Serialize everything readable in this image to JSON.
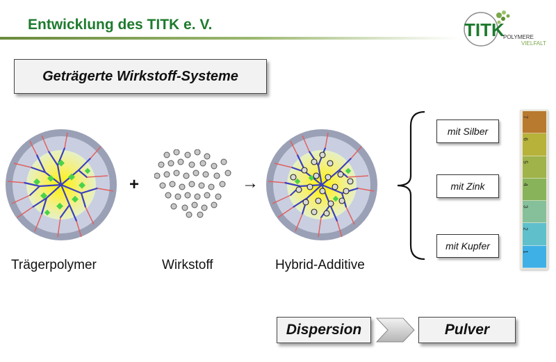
{
  "header": {
    "title": "Entwicklung des TITK e. V."
  },
  "logo": {
    "name": "TITK",
    "line1": "POLYMERE",
    "line2": "VIELFALT"
  },
  "title_box": "Geträgerte Wirkstoff-Systeme",
  "figures": {
    "polymer_label": "Trägerpolymer",
    "plus": "+",
    "wirkstoff_label": "Wirkstoff",
    "arrow": "→",
    "hybrid_label": "Hybrid-Additive"
  },
  "variants": [
    "mit Silber",
    "mit Zink",
    "mit Kupfer"
  ],
  "swatches": {
    "numbers": [
      "7",
      "6",
      "5",
      "4",
      "3",
      "2",
      "1"
    ],
    "colors": [
      "#b87a2e",
      "#b6b23a",
      "#9fb34a",
      "#88b35a",
      "#86c09a",
      "#5fc0cc",
      "#3fb0e6"
    ]
  },
  "flow": {
    "from": "Dispersion",
    "to": "Pulver"
  },
  "colors": {
    "green_title": "#1e7a2e",
    "branch_blue": "#3a3fc0",
    "branch_red": "#e06060",
    "dot_green": "#49d34a"
  }
}
